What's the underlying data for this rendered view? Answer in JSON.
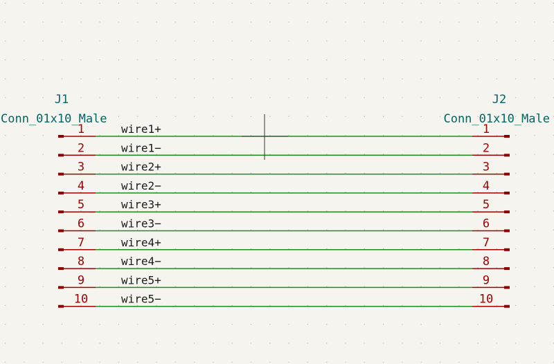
{
  "colors": {
    "background": "#f5f4ef",
    "grid_dot": "#b8b8b0",
    "wire": "#1e8f1e",
    "pin": "#a00000",
    "pin_end": "#8b0000",
    "ref_text": "#006464",
    "net_label": "#1a1a1a",
    "cursor": "#333333"
  },
  "connectors": {
    "j1": {
      "ref": "J1",
      "value": "Conn_01x10_Male"
    },
    "j2": {
      "ref": "J2",
      "value": "Conn_01x10_Male"
    }
  },
  "pins": [
    {
      "number": "1",
      "net": "wire1+"
    },
    {
      "number": "2",
      "net": "wire1−"
    },
    {
      "number": "3",
      "net": "wire2+"
    },
    {
      "number": "4",
      "net": "wire2−"
    },
    {
      "number": "5",
      "net": "wire3+"
    },
    {
      "number": "6",
      "net": "wire3−"
    },
    {
      "number": "7",
      "net": "wire4+"
    },
    {
      "number": "8",
      "net": "wire4−"
    },
    {
      "number": "9",
      "net": "wire5+"
    },
    {
      "number": "10",
      "net": "wire5−"
    }
  ]
}
